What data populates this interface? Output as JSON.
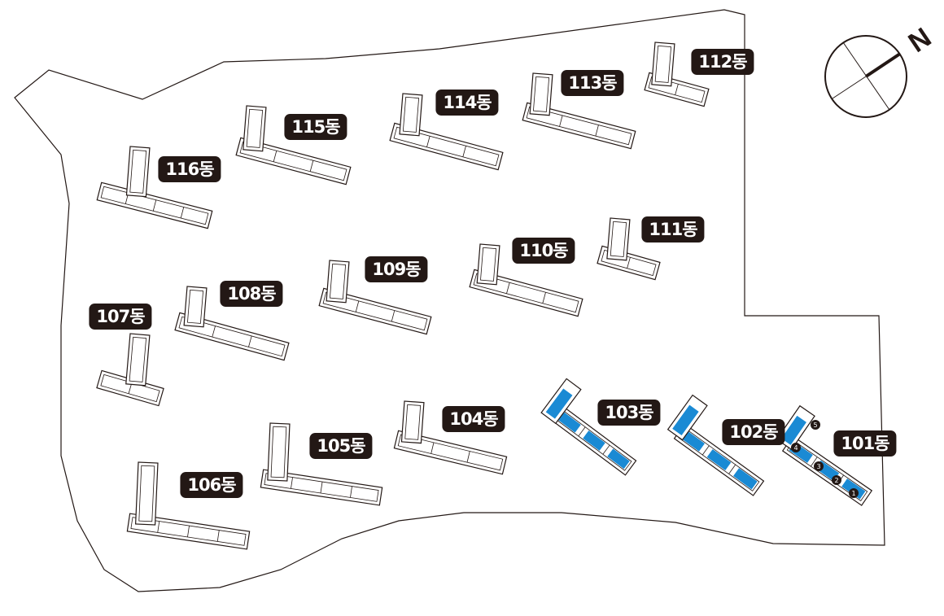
{
  "map": {
    "compass": {
      "label": "N",
      "icon": "compass-north-icon"
    },
    "colors": {
      "boundary": "#231815",
      "label_bg": "#231815",
      "label_text": "#ffffff",
      "highlight": "#1a8ad4",
      "building_fill": "#ffffff"
    },
    "buildings": [
      {
        "id": "101",
        "label": "101동",
        "highlighted": true,
        "units": [
          "5",
          "4",
          "3",
          "2",
          "1"
        ]
      },
      {
        "id": "102",
        "label": "102동",
        "highlighted": true
      },
      {
        "id": "103",
        "label": "103동",
        "highlighted": true
      },
      {
        "id": "104",
        "label": "104동"
      },
      {
        "id": "105",
        "label": "105동"
      },
      {
        "id": "106",
        "label": "106동"
      },
      {
        "id": "107",
        "label": "107동"
      },
      {
        "id": "108",
        "label": "108동"
      },
      {
        "id": "109",
        "label": "109동"
      },
      {
        "id": "110",
        "label": "110동"
      },
      {
        "id": "111",
        "label": "111동"
      },
      {
        "id": "112",
        "label": "112동"
      },
      {
        "id": "113",
        "label": "113동"
      },
      {
        "id": "114",
        "label": "114동"
      },
      {
        "id": "115",
        "label": "115동"
      },
      {
        "id": "116",
        "label": "116동"
      }
    ]
  }
}
